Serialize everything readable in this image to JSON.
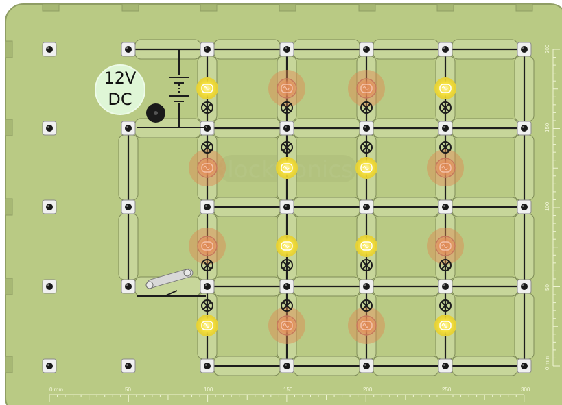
{
  "power_label": {
    "line1": "12V",
    "line2": "DC"
  },
  "watermark": "Blocktronics",
  "ruler": {
    "unit_label": "0 mm",
    "bottom_ticks": [
      "50",
      "100",
      "150",
      "200",
      "250",
      "300"
    ],
    "side_ticks": [
      "200",
      "150",
      "100",
      "50"
    ]
  },
  "colors": {
    "board": "#b9ca84",
    "board_edge": "#9aa86c",
    "lamp_on": "#f7e25a",
    "lamp_dim": "#d9866a",
    "wire": "#1d1d1d"
  },
  "lamp_states": {
    "row_1": [
      "on",
      "dim",
      "dim",
      "on"
    ],
    "row_2": [
      "dim",
      "on",
      "on",
      "dim"
    ],
    "row_3": [
      "dim",
      "on",
      "on",
      "dim"
    ],
    "row_4": [
      "on",
      "dim",
      "dim",
      "on"
    ]
  },
  "switch_state": "open"
}
